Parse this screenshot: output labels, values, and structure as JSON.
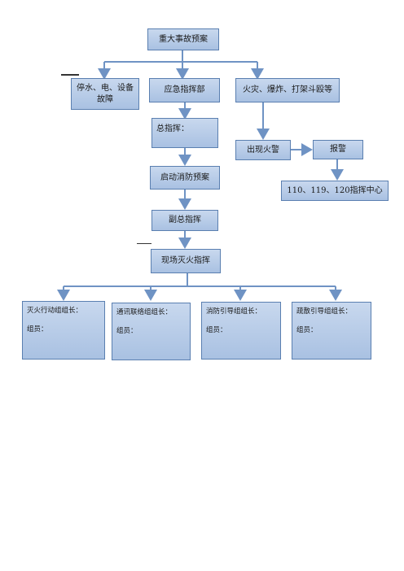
{
  "nodes": {
    "plan": "重大事故预案",
    "outage": "停水、电、设备故障",
    "emergency": "应急指挥部",
    "fire_types": "火灾、爆炸、打架斗殴等",
    "commander": "总指挥：",
    "fire_alarm": "出现火警",
    "report": "报警",
    "hotline": "110、119、120指挥中心",
    "start_fire_plan": "启动消防预案",
    "vice_commander": "副总指挥",
    "onsite_command": "现场灭火指挥"
  },
  "teams": [
    {
      "leader": "灭火行动组组长：",
      "member": "组员："
    },
    {
      "leader": "通讯联络组组长：",
      "member": "组员："
    },
    {
      "leader": "消防引导组组长：",
      "member": "组员："
    },
    {
      "leader": "疏散引导组组长：",
      "member": "组员："
    }
  ],
  "colors": {
    "box_fill_top": "#c8d8ee",
    "box_fill_bottom": "#a9c1e2",
    "box_border": "#5a7fb0",
    "connector": "#6f93c4"
  }
}
